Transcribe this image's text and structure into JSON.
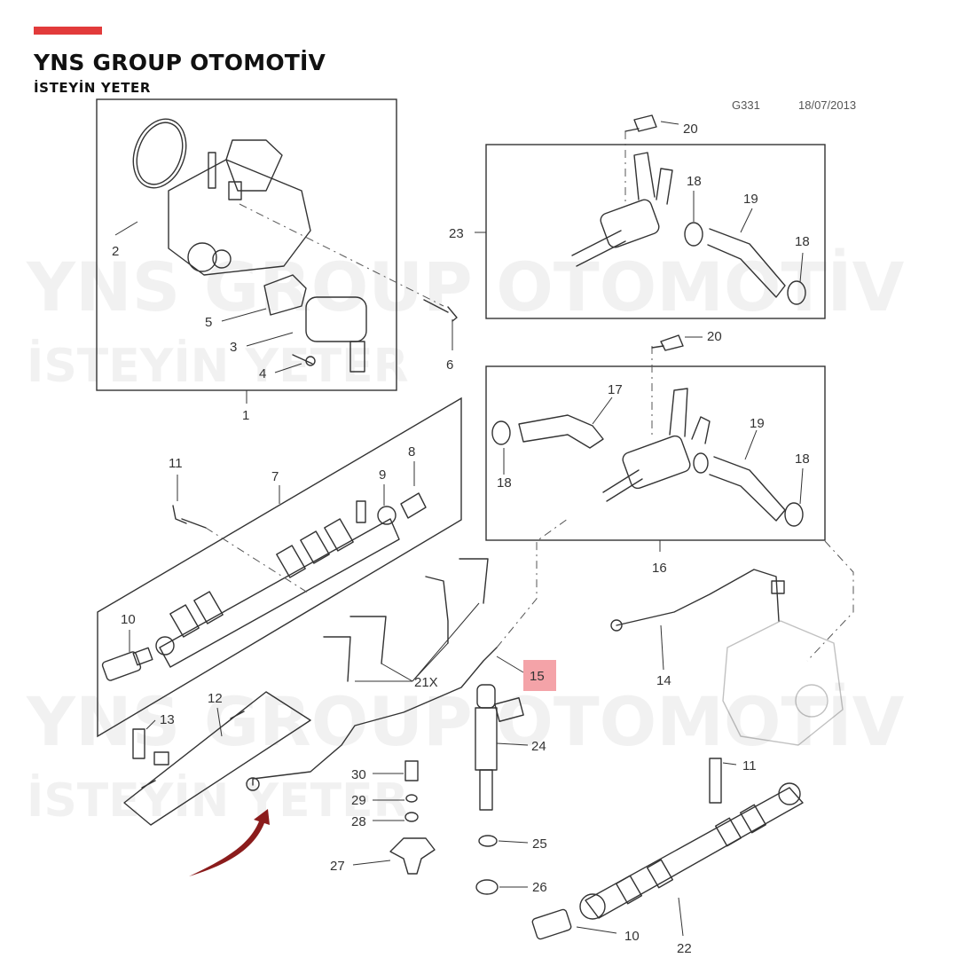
{
  "brand": {
    "title": "YNS GROUP OTOMOTİV",
    "subtitle": "İSTEYİN YETER",
    "accent_color": "#e23b3b"
  },
  "diagram_header": {
    "code": "G331",
    "date": "18/07/2013"
  },
  "watermark": {
    "line1": "YNS GROUP OTOMOTİV",
    "line2": "İSTEYİN YETER"
  },
  "callouts": {
    "c1": "1",
    "c2": "2",
    "c3": "3",
    "c4": "4",
    "c5": "5",
    "c6": "6",
    "c7": "7",
    "c8": "8",
    "c9": "9",
    "c10a": "10",
    "c10b": "10",
    "c11a": "11",
    "c11b": "11",
    "c12": "12",
    "c13": "13",
    "c14": "14",
    "c15": "15",
    "c16": "16",
    "c17": "17",
    "c18a": "18",
    "c18b": "18",
    "c18c": "18",
    "c18d": "18",
    "c19a": "19",
    "c19b": "19",
    "c20a": "20",
    "c20b": "20",
    "c21": "21X",
    "c22": "22",
    "c23": "23",
    "c24": "24",
    "c25": "25",
    "c26": "26",
    "c27": "27",
    "c28": "28",
    "c29": "29",
    "c30": "30"
  },
  "highlight": {
    "part_number": "15",
    "color": "#f4a3a8",
    "arrow_color": "#8b1c1c"
  }
}
